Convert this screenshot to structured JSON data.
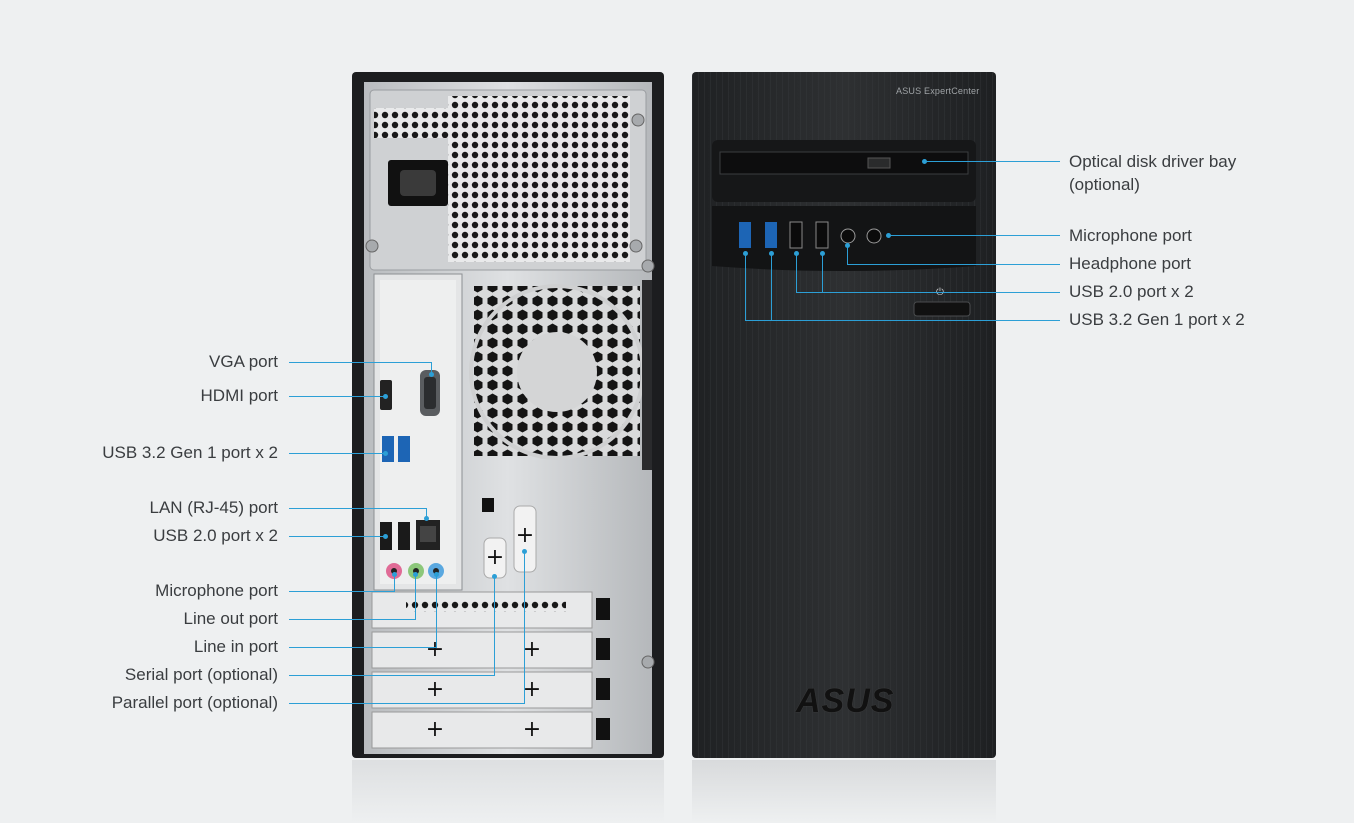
{
  "front_panel": {
    "brand_text": "ASUS ExpertCenter",
    "logo_text": "ASUS",
    "power_icon": "power-icon"
  },
  "left_labels": [
    {
      "id": "vga",
      "text": "VGA port"
    },
    {
      "id": "hdmi",
      "text": "HDMI port"
    },
    {
      "id": "usb32",
      "text": "USB 3.2 Gen 1 port x 2"
    },
    {
      "id": "lan",
      "text": "LAN (RJ-45) port"
    },
    {
      "id": "usb20",
      "text": "USB 2.0 port x 2"
    },
    {
      "id": "mic",
      "text": "Microphone port"
    },
    {
      "id": "lineout",
      "text": "Line out port"
    },
    {
      "id": "linein",
      "text": "Line in port"
    },
    {
      "id": "serial",
      "text": "Serial port (optional)"
    },
    {
      "id": "parallel",
      "text": "Parallel port (optional)"
    }
  ],
  "right_labels": [
    {
      "id": "optical",
      "text": "Optical disk driver bay",
      "text2": "(optional)"
    },
    {
      "id": "mic_front",
      "text": "Microphone port"
    },
    {
      "id": "headphone",
      "text": "Headphone port"
    },
    {
      "id": "usb20_front",
      "text": "USB 2.0 port x 2"
    },
    {
      "id": "usb32_front",
      "text": "USB 3.2 Gen 1 port x 2"
    }
  ],
  "colors": {
    "leader": "#2c9fd6",
    "chassis_front": "#26282a",
    "chassis_back": "#c8cacc",
    "background": "#eef0f1"
  }
}
